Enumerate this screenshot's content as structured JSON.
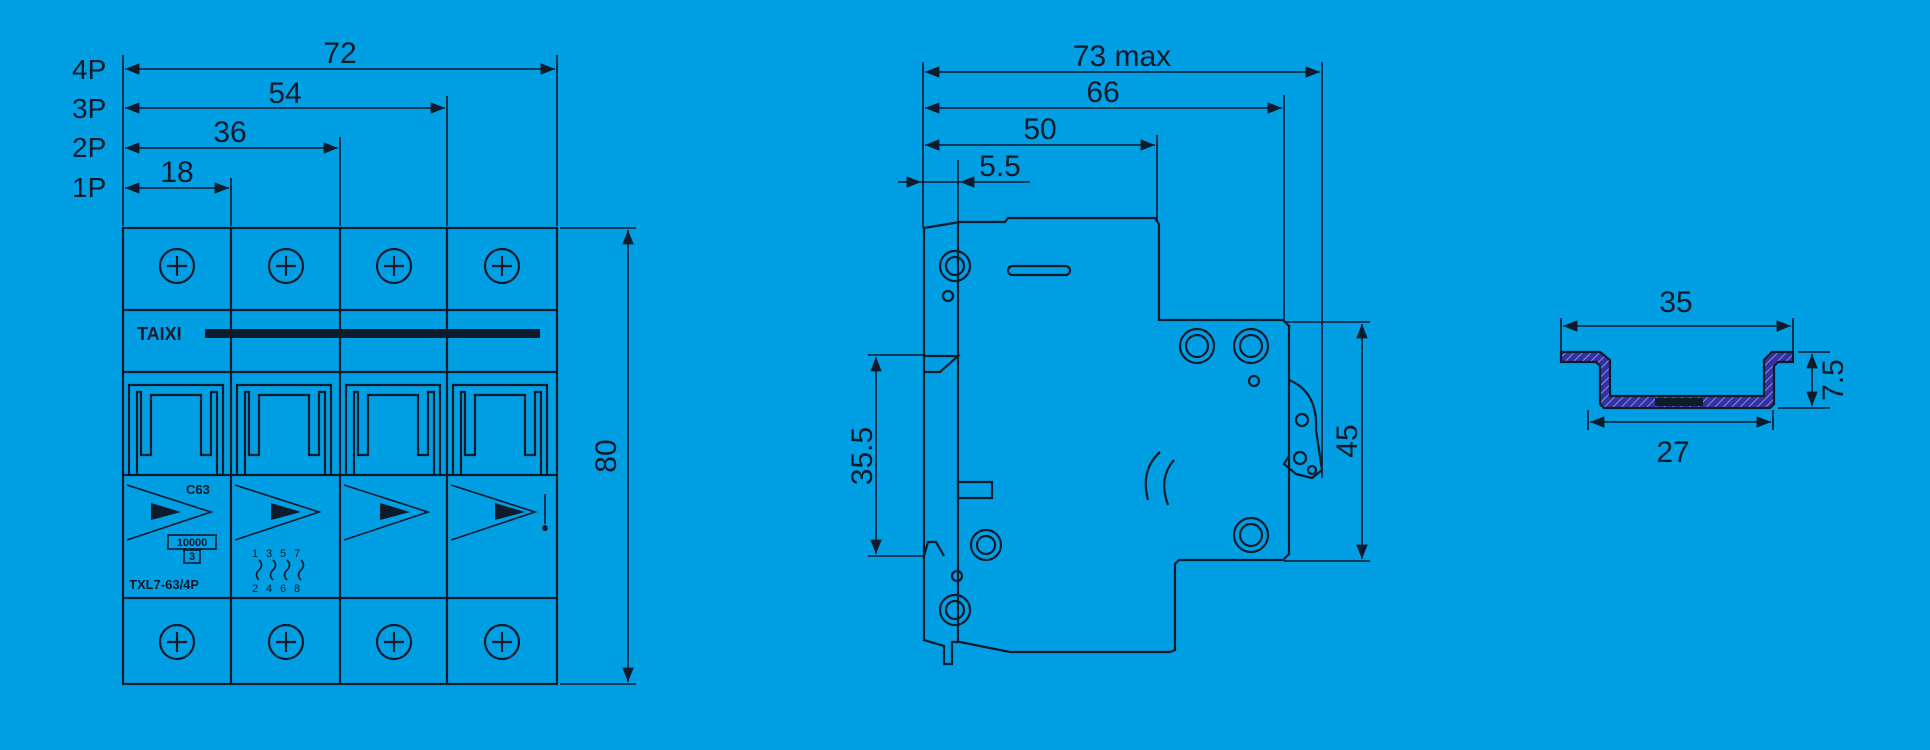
{
  "front_view": {
    "pole_labels": [
      "4P",
      "3P",
      "2P",
      "1P"
    ],
    "width_dims": [
      "72",
      "54",
      "36",
      "18"
    ],
    "height_dim": "80",
    "brand": "TAIXI",
    "rating": "C63",
    "breaking_capacity": "10000",
    "class": "3",
    "model": "TXL7-63/4P",
    "terminal_top": [
      "1",
      "3",
      "5",
      "7"
    ],
    "terminal_bottom": [
      "2",
      "4",
      "6",
      "8"
    ]
  },
  "side_view": {
    "dims_top": [
      "73 max",
      "66",
      "50",
      "5.5"
    ],
    "dim_left": "35.5",
    "dim_right": "45"
  },
  "rail_profile": {
    "dim_top": "35",
    "dim_bottom": "27",
    "dim_height": "7.5"
  },
  "colors": {
    "background": "#009fe3",
    "line": "#0f1a2b",
    "rail_fill": "#3a2fa0"
  }
}
